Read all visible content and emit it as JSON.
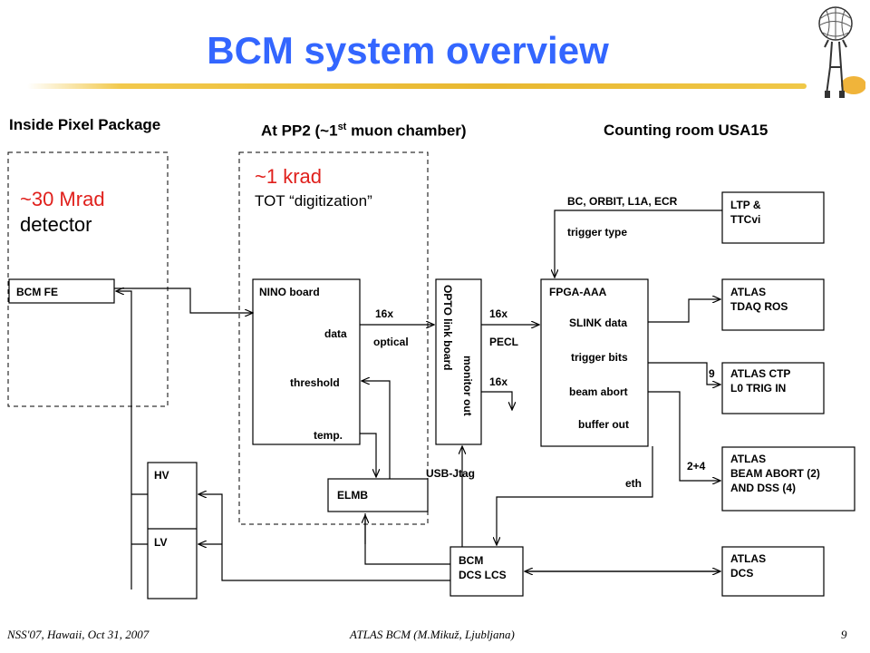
{
  "title": "BCM system overview",
  "headers": {
    "inside": "Inside Pixel Package",
    "pp2_pre": "At PP2 (~1",
    "pp2_sup": "st",
    "pp2_post": " muon chamber)",
    "counting": "Counting room USA15"
  },
  "annotations": {
    "mrad": "~30 Mrad",
    "detector": "detector",
    "krad": "~1 krad",
    "tot": "TOT “digitization”"
  },
  "blocks": {
    "bcm_fe": "BCM FE",
    "nino": "NINO board",
    "nino_data": "data",
    "nino_threshold": "threshold",
    "nino_temp": "temp.",
    "elmb": "ELMB",
    "opto": "OPTO link board",
    "monitor": "monitor out",
    "fpga": "FPGA-AAA",
    "fpga_slink": "SLINK data",
    "fpga_trigger": "trigger bits",
    "fpga_abort": "beam abort",
    "fpga_buffer": "buffer out",
    "hv": "HV",
    "lv": "LV",
    "dcs_lcs_1": "BCM",
    "dcs_lcs_2": "DCS LCS",
    "ltp_1": "LTP &",
    "ltp_2": "TTCvi",
    "tdaq_1": "ATLAS",
    "tdaq_2": "TDAQ ROS",
    "ctp_1": "ATLAS CTP",
    "ctp_2": "L0 TRIG IN",
    "ba_1": "ATLAS",
    "ba_2": "BEAM ABORT (2)",
    "ba_3": "AND DSS (4)",
    "dcs_1": "ATLAS",
    "dcs_2": "DCS"
  },
  "signals": {
    "x16_optical": "16x",
    "optical": "optical",
    "x16_pecl": "16x",
    "pecl": "PECL",
    "x16_monitor": "16x",
    "ttc": "BC, ORBIT, L1A, ECR",
    "trigger_type": "trigger type",
    "nine": "9",
    "two_four": "2+4",
    "eth": "eth",
    "usb_jtag": "USB-Jtag"
  },
  "footer": {
    "left": "NSS'07, Hawaii, Oct 31, 2007",
    "center": "ATLAS BCM (M.Mikuž, Ljubljana)",
    "page": "9"
  }
}
